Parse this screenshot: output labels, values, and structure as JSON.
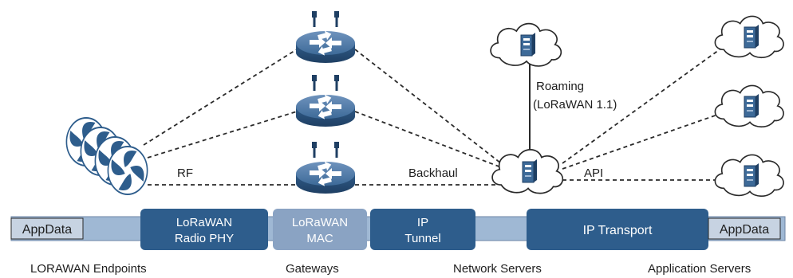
{
  "labels": {
    "rf": "RF",
    "backhaul": "Backhaul",
    "api": "API",
    "roaming_line1": "Roaming",
    "roaming_line2": "(LoRaWAN 1.1)"
  },
  "stack": {
    "appdata_left": "AppData",
    "radio_phy_line1": "LoRaWAN",
    "radio_phy_line2": "Radio PHY",
    "mac_line1": "LoRaWAN",
    "mac_line2": "MAC",
    "tunnel_line1": "IP",
    "tunnel_line2": "Tunnel",
    "ip_transport": "IP Transport",
    "appdata_right": "AppData"
  },
  "captions": {
    "endpoints": "LORAWAN Endpoints",
    "gateways": "Gateways",
    "network_servers": "Network Servers",
    "application_servers": "Application Servers"
  },
  "colors": {
    "dark_blue": "#2e5d8c",
    "light_blue": "#8aa3c3",
    "pale_blue": "#9fb8d4",
    "line": "#2a2a2a"
  }
}
